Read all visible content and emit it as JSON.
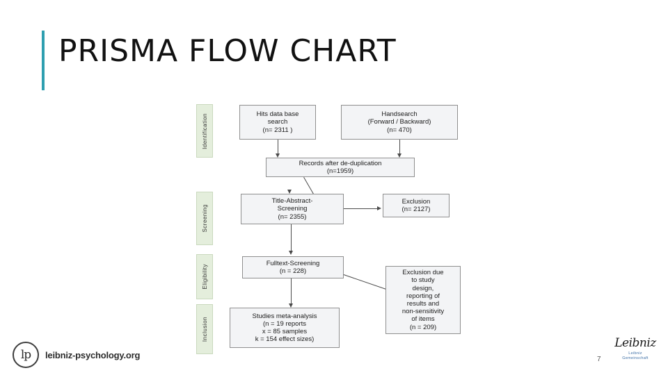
{
  "slide": {
    "title": "PRISMA FLOW CHART",
    "page_number": "7",
    "accent_color": "#2f9fb0"
  },
  "footer": {
    "logo_mark": "lp",
    "logo_text": "leibniz-psychology.org",
    "leibniz_script": "Leibniz",
    "leibniz_sub": "Leibniz\nGemeinschaft"
  },
  "chart_data": {
    "type": "diagram",
    "title": "PRISMA FLOW CHART",
    "phases": [
      {
        "label": "Identification"
      },
      {
        "label": "Screening"
      },
      {
        "label": "Eligibility"
      },
      {
        "label": "Inclusion"
      }
    ],
    "boxes": [
      {
        "id": "hits",
        "text": "Hits data base\nsearch\n(n= 2311 )"
      },
      {
        "id": "handsearch",
        "text": "Handsearch\n(Forward / Backward)\n(n= 470)"
      },
      {
        "id": "dedup",
        "text": "Records after de-duplication\n(n=1959)"
      },
      {
        "id": "ta-screening",
        "text": "Title-Abstract-\nScreening\n(n= 2355)"
      },
      {
        "id": "exclusion-1",
        "text": "Exclusion\n(n= 2127)"
      },
      {
        "id": "fulltext",
        "text": "Fulltext-Screening\n(n = 228)"
      },
      {
        "id": "exclusion-2",
        "text": "Exclusion due\nto study\ndesign,\nreporting of\nresults and\nnon-sensitivity\nof items\n(n = 209)"
      },
      {
        "id": "included",
        "text": "Studies meta-analysis\n(n = 19 reports\nx = 85 samples\nk = 154 effect sizes)"
      }
    ]
  }
}
